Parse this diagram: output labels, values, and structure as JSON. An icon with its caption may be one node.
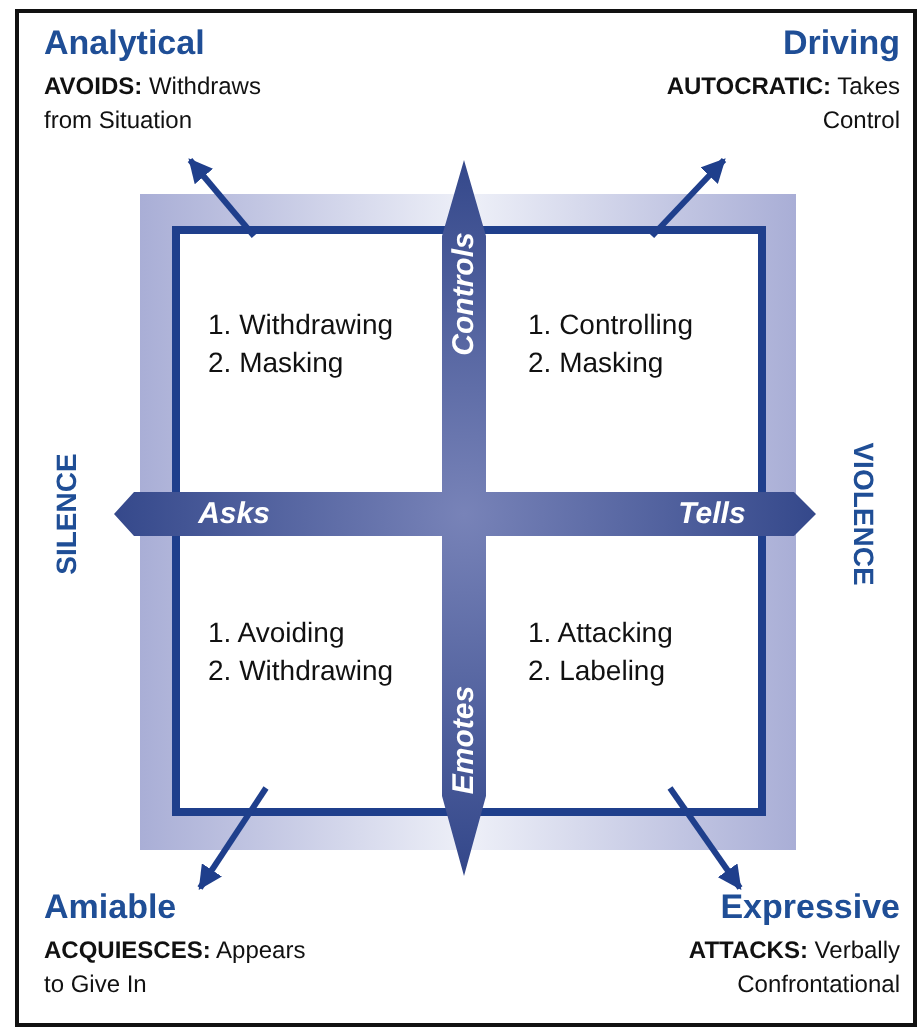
{
  "diagram": {
    "nodes": [
      {
        "text": [
          "Analytical",
          "**AVOIDS:** Withdraws from Situation"
        ]
      },
      {
        "text": [
          "Driving",
          "**AUTOCRATIC:** Takes Control"
        ]
      },
      {
        "text": [],
        "shape": "box"
      },
      {
        "text": [
          "1. Withdrawing",
          "2. Masking"
        ],
        "in": 2
      },
      {
        "text": [
          "1. Controlling",
          "2. Masking"
        ],
        "in": 2
      },
      {
        "text": [
          "1. Avoiding",
          "2. Withdrawing"
        ],
        "in": 2
      },
      {
        "text": [
          "1. Attacking",
          "2. Labeling"
        ],
        "in": 2
      },
      {
        "text": [
          "Amiable",
          "**ACQUIESCES:** Appears to Give In"
        ]
      },
      {
        "text": [
          "Expressive",
          "**ATTACKS:** Verbally Confrontational"
        ]
      }
    ],
    "edges": [
      {
        "from": 3,
        "to": 0,
        "arrow": "to"
      },
      {
        "from": 4,
        "to": 1,
        "arrow": "to"
      },
      {
        "from": 5,
        "to": 7,
        "arrow": "to"
      },
      {
        "from": 6,
        "to": 8,
        "arrow": "to"
      }
    ],
    "labels": [
      "Controls",
      "SILENCE",
      "Asks",
      "Tells",
      "VIOLENCE",
      "Emotes"
    ]
  }
}
